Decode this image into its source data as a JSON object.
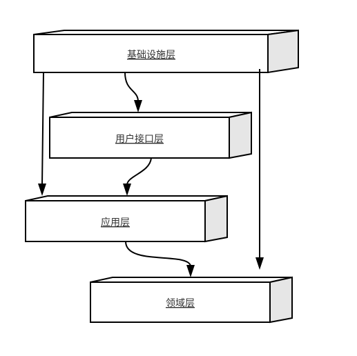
{
  "diagram": {
    "layers": {
      "infrastructure": {
        "label": "基础设施层"
      },
      "user_interface": {
        "label": "用户接口层"
      },
      "application": {
        "label": "应用层"
      },
      "domain": {
        "label": "领域层"
      }
    }
  }
}
